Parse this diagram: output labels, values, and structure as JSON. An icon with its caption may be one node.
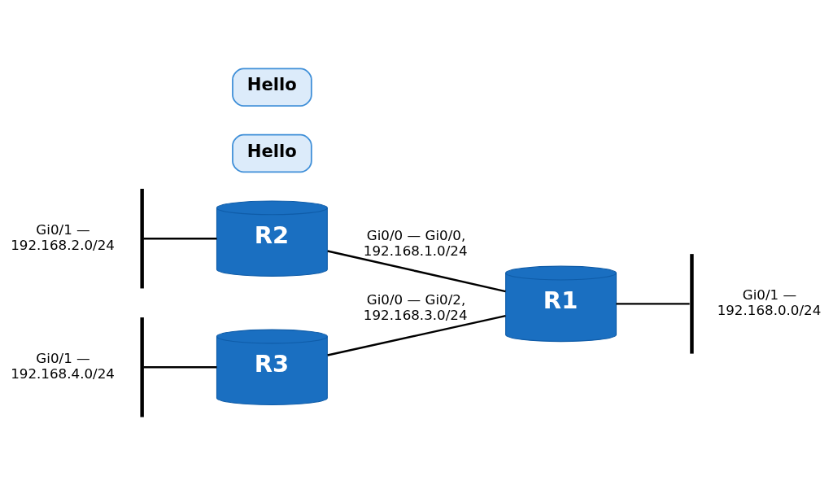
{
  "diagram": {
    "nodes": [
      {
        "text": [],
        "shape": "bar",
        "beside": [
          "Gi0/1 — 192.168.2.0/24"
        ]
      },
      {
        "text": [
          "R2"
        ]
      },
      {
        "text": [
          "Hello"
        ]
      },
      {
        "text": [
          "R1"
        ]
      },
      {
        "text": [],
        "shape": "bar",
        "beside": [
          "Gi0/1 — 192.168.0.0/24"
        ]
      },
      {
        "text": [
          "Hello"
        ]
      },
      {
        "text": [],
        "shape": "bar",
        "beside": [
          "Gi0/1 — 192.168.4.0/24"
        ]
      },
      {
        "text": [
          "R3"
        ]
      }
    ],
    "edges": [
      {
        "from": 0,
        "to": 1,
        "arrow": "none"
      },
      {
        "from": 1,
        "to": 3,
        "arrow": "none",
        "label": "Gi0/0 — Gi0/0, 192.168.1.0/24"
      },
      {
        "from": 3,
        "to": 4,
        "arrow": "none"
      },
      {
        "from": 6,
        "to": 7,
        "arrow": "none"
      },
      {
        "from": 7,
        "to": 3,
        "arrow": "none",
        "label": "Gi0/0 — Gi0/2, 192.168.3.0/24"
      }
    ]
  }
}
